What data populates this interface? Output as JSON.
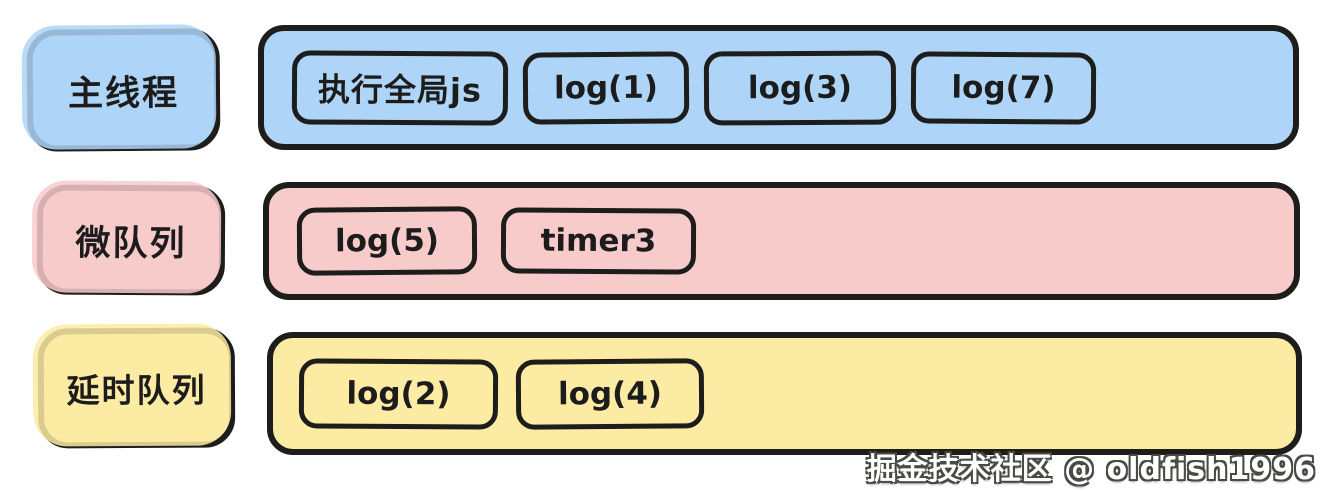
{
  "colors": {
    "blue": "#aed4f7",
    "pink": "#f8cbcb",
    "yellow": "#fbeba3",
    "stroke": "#1d1d1b"
  },
  "rows": [
    {
      "label": "主线程",
      "color": "blue",
      "items": [
        "执行全局js",
        "log(1)",
        "log(3)",
        "log(7)"
      ]
    },
    {
      "label": "微队列",
      "color": "pink",
      "items": [
        "log(5)",
        "timer3"
      ]
    },
    {
      "label": "延时队列",
      "color": "yellow",
      "items": [
        "log(2)",
        "log(4)"
      ]
    }
  ],
  "watermark": "掘金技术社区 @ oldfish1996"
}
